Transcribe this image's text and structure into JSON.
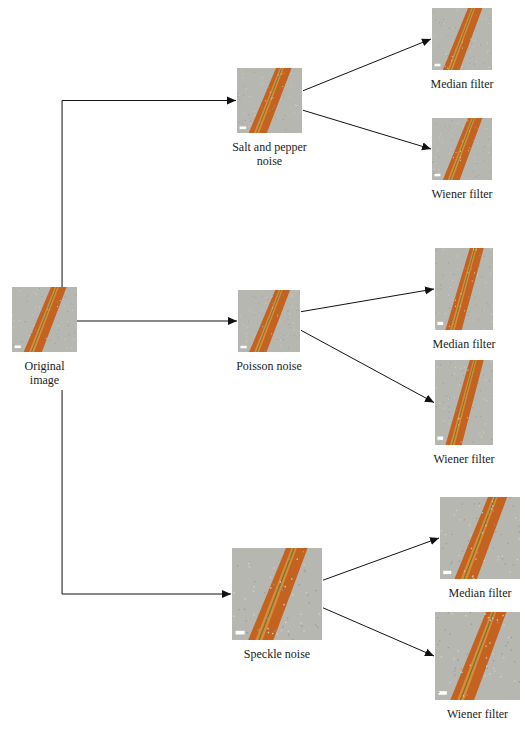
{
  "diagram": {
    "nodes": [
      {
        "text": [
          "Original image"
        ]
      },
      {
        "text": [
          "Salt and pepper noise"
        ]
      },
      {
        "text": [
          "Median filter"
        ]
      },
      {
        "text": [
          "Wiener filter"
        ]
      },
      {
        "text": [
          "Poisson noise"
        ]
      },
      {
        "text": [
          "Median filter"
        ]
      },
      {
        "text": [
          "Wiener filter"
        ]
      },
      {
        "text": [
          "Speckle noise"
        ]
      },
      {
        "text": [
          "Median filter"
        ]
      },
      {
        "text": [
          "Wiener filter"
        ]
      }
    ],
    "edges": [
      {
        "from": 0,
        "to": 1,
        "arrow": "to"
      },
      {
        "from": 0,
        "to": 4,
        "arrow": "to"
      },
      {
        "from": 0,
        "to": 7,
        "arrow": "to"
      },
      {
        "from": 1,
        "to": 2,
        "arrow": "to"
      },
      {
        "from": 1,
        "to": 3,
        "arrow": "to"
      },
      {
        "from": 4,
        "to": 5,
        "arrow": "to"
      },
      {
        "from": 4,
        "to": 6,
        "arrow": "to"
      },
      {
        "from": 7,
        "to": 8,
        "arrow": "to"
      },
      {
        "from": 7,
        "to": 9,
        "arrow": "to"
      }
    ]
  }
}
